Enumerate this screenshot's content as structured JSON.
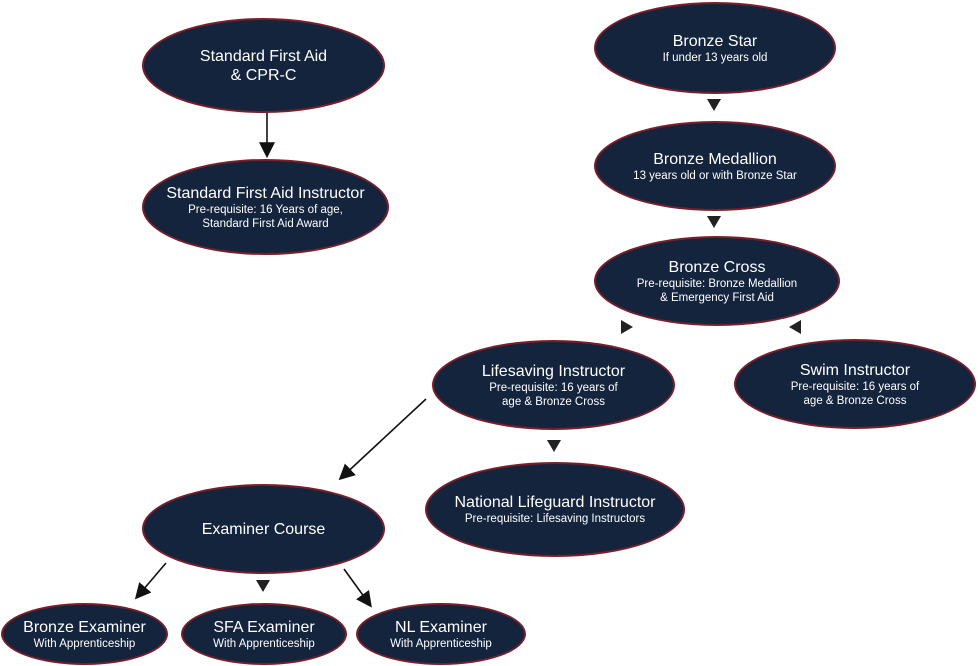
{
  "nodes": {
    "standard_first_aid": {
      "title": "Standard First Aid",
      "title2": "& CPR-C"
    },
    "sfa_instructor": {
      "title": "Standard First Aid Instructor",
      "sub1": "Pre-requisite: 16 Years of age,",
      "sub2": "Standard First Aid Award"
    },
    "bronze_star": {
      "title": "Bronze Star",
      "sub1": "If under 13 years old"
    },
    "bronze_medallion": {
      "title": "Bronze Medallion",
      "sub1": "13 years old or with Bronze Star"
    },
    "bronze_cross": {
      "title": "Bronze Cross",
      "sub1": "Pre-requisite: Bronze Medallion",
      "sub2": "& Emergency First Aid"
    },
    "lifesaving_instructor": {
      "title": "Lifesaving Instructor",
      "sub1": "Pre-requisite: 16 years of",
      "sub2": "age & Bronze Cross"
    },
    "swim_instructor": {
      "title": "Swim Instructor",
      "sub1": "Pre-requisite: 16 years of",
      "sub2": "age & Bronze Cross"
    },
    "national_lifeguard_instructor": {
      "title": "National Lifeguard Instructor",
      "sub1": "Pre-requisite: Lifesaving Instructors"
    },
    "examiner_course": {
      "title": "Examiner Course"
    },
    "bronze_examiner": {
      "title": "Bronze Examiner",
      "sub1": "With Apprenticeship"
    },
    "sfa_examiner": {
      "title": "SFA Examiner",
      "sub1": "With Apprenticeship"
    },
    "nl_examiner": {
      "title": "NL Examiner",
      "sub1": "With Apprenticeship"
    }
  },
  "colors": {
    "node_fill": "#14243d",
    "node_border": "#7a1f2a",
    "node_text": "#ffffff",
    "connector": "#222222"
  }
}
